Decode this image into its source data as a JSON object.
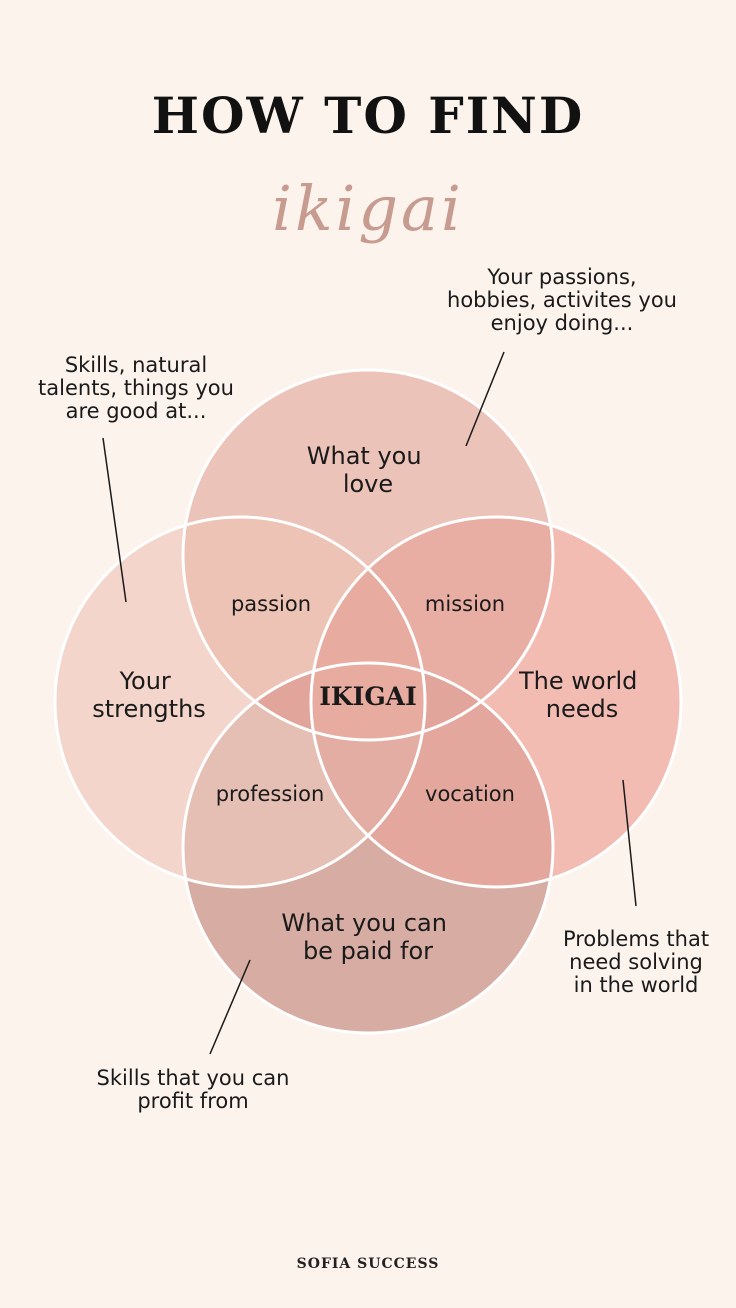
{
  "header": {
    "title": "HOW TO FIND",
    "script_word": "ikigai"
  },
  "diagram": {
    "circles": [
      {
        "id": "love",
        "label_lines": [
          "What you",
          "love"
        ],
        "color": "#ebc3b8"
      },
      {
        "id": "strengths",
        "label_lines": [
          "Your",
          "strengths"
        ],
        "color": "#f4d5cb"
      },
      {
        "id": "world",
        "label_lines": [
          "The world",
          "needs"
        ],
        "color": "#f2bcb3"
      },
      {
        "id": "paid",
        "label_lines": [
          "What you can",
          "be paid for"
        ],
        "color": "#d6aca3"
      }
    ],
    "overlaps": {
      "passion": "passion",
      "mission": "mission",
      "profession": "profession",
      "vocation": "vocation"
    },
    "center": "IKIGAI"
  },
  "annotations": {
    "strengths_note": [
      "Skills, natural",
      "talents, things you",
      "are good at..."
    ],
    "love_note": [
      "Your passions,",
      "hobbies, activites you",
      "enjoy doing..."
    ],
    "world_note": [
      "Problems that",
      "need solving",
      "in the world"
    ],
    "paid_note": [
      "Skills that you can",
      "profit from"
    ]
  },
  "footer": {
    "brand": "SOFIA SUCCESS"
  }
}
